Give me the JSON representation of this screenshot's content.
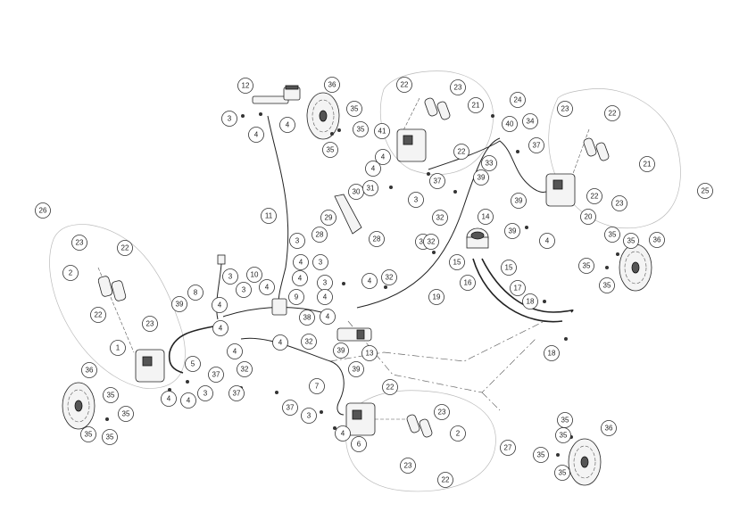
{
  "diagram": {
    "callout_labels": [
      "12",
      "36",
      "3",
      "4",
      "4",
      "35",
      "35",
      "35",
      "22",
      "23",
      "21",
      "24",
      "40",
      "41",
      "34",
      "4",
      "22",
      "37",
      "33",
      "4",
      "37",
      "39",
      "3",
      "39",
      "23",
      "22",
      "21",
      "25",
      "32",
      "20",
      "4",
      "22",
      "23",
      "30",
      "31",
      "11",
      "29",
      "28",
      "28",
      "14",
      "39",
      "32",
      "3",
      "26",
      "23",
      "22",
      "3",
      "4",
      "32",
      "2",
      "3",
      "4",
      "10",
      "4",
      "19",
      "15",
      "15",
      "8",
      "3",
      "4",
      "3",
      "4",
      "9",
      "4",
      "32",
      "17",
      "16",
      "18",
      "39",
      "4",
      "22",
      "23",
      "36",
      "35",
      "35",
      "35",
      "35",
      "38",
      "4",
      "1",
      "4",
      "32",
      "39",
      "4",
      "18",
      "13",
      "5",
      "32",
      "39",
      "37",
      "37",
      "3",
      "4",
      "4",
      "36",
      "35",
      "35",
      "35",
      "35",
      "7",
      "37",
      "22",
      "23",
      "3",
      "4",
      "2",
      "6",
      "27",
      "23",
      "22",
      "35",
      "36",
      "35",
      "35",
      "35"
    ]
  }
}
